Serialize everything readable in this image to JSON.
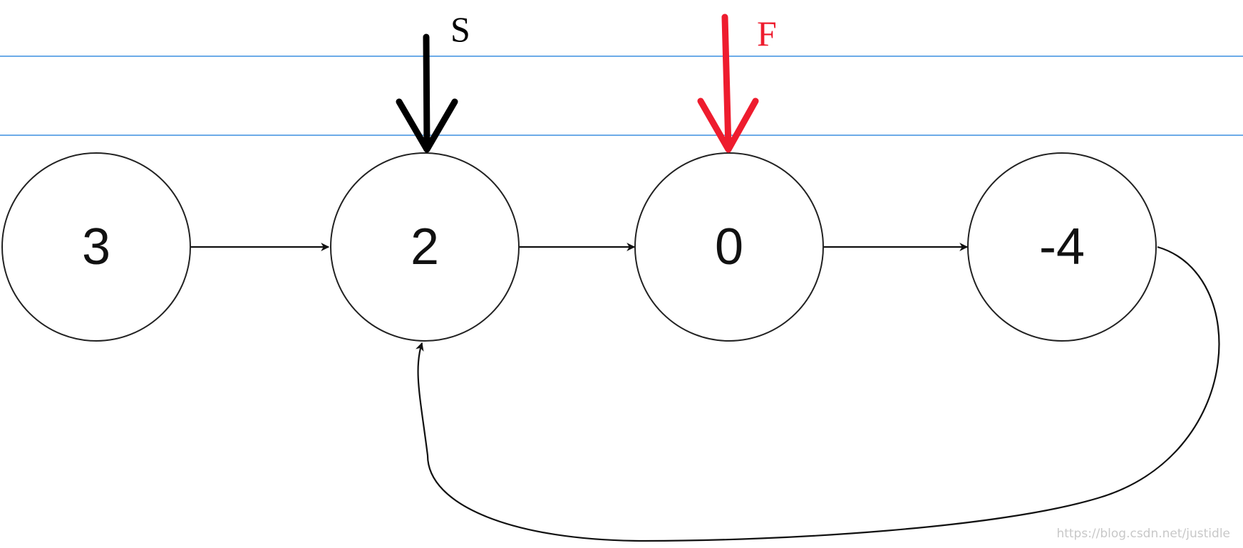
{
  "nodes": [
    {
      "id": "n0",
      "value": "3"
    },
    {
      "id": "n1",
      "value": "2"
    },
    {
      "id": "n2",
      "value": "0"
    },
    {
      "id": "n3",
      "value": "-4"
    }
  ],
  "edges": [
    {
      "from": "n0",
      "to": "n1"
    },
    {
      "from": "n1",
      "to": "n2"
    },
    {
      "from": "n2",
      "to": "n3"
    },
    {
      "from": "n3",
      "to": "n1"
    }
  ],
  "pointers": {
    "slow": {
      "label": "S",
      "target": "n1",
      "color": "#000000"
    },
    "fast": {
      "label": "F",
      "target": "n2",
      "color": "#ee1c2e"
    }
  },
  "watermark": "https://blog.csdn.net/justidle"
}
